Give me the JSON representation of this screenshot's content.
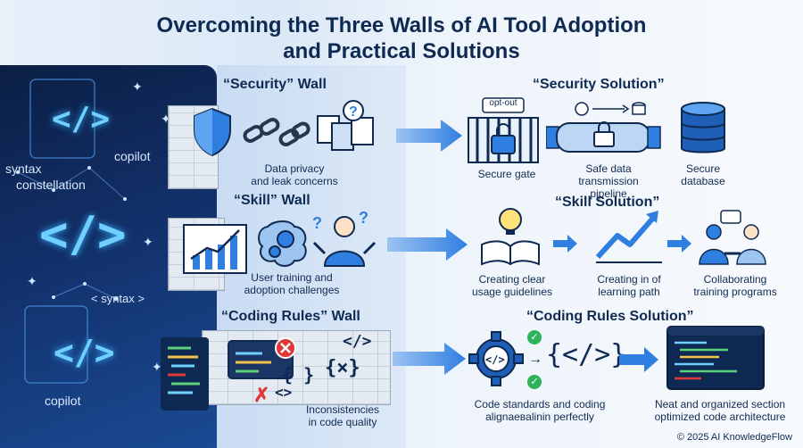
{
  "title": {
    "line1": "Overcoming the Three Walls of AI Tool Adoption",
    "line2": "and Practical Solutions"
  },
  "left_panel": {
    "labels": [
      "syntax",
      "constellation",
      "copilot",
      "< syntax >",
      "copilot"
    ],
    "code_glyph": "</>"
  },
  "walls": [
    {
      "title": "“Security” Wall",
      "caption": [
        "Data privacy",
        "and leak concerns"
      ]
    },
    {
      "title": "“Skill” Wall",
      "caption": [
        "User training and",
        "adoption challenges"
      ]
    },
    {
      "title": "“Coding Rules” Wall",
      "caption": [
        "Inconsistencies",
        "in code quality"
      ]
    }
  ],
  "solutions": [
    {
      "title": "“Security Solution”",
      "gate_tag": "opt-out",
      "items": [
        {
          "caption": [
            "Secure gate"
          ]
        },
        {
          "caption": [
            "Safe data transmission",
            "pipeline"
          ]
        },
        {
          "caption": [
            "Secure",
            "database"
          ]
        }
      ]
    },
    {
      "title": "“Skill Solution”",
      "items": [
        {
          "caption": [
            "Creating clear",
            "usage guidelines"
          ]
        },
        {
          "caption": [
            "Creating in of",
            "learning path"
          ]
        },
        {
          "caption": [
            "Collaborating",
            "training programs"
          ]
        }
      ]
    },
    {
      "title": "“Coding Rules Solution”",
      "items": [
        {
          "caption": [
            "Code standards and coding",
            "alignaeвalinin perfectly"
          ]
        },
        {
          "caption": [
            "Neat and organized section",
            "optimized code architecture"
          ]
        }
      ]
    }
  ],
  "wall_code": {
    "code_tag": "</>",
    "braces_tag": "{ }",
    "x_tag": "{×}",
    "chevron_tag": "<>"
  },
  "footer": "© 2025 AI KnowledgeFlow",
  "colors": {
    "navy": "#0f2a52",
    "accent_blue": "#2f7fe0",
    "green": "#2fb35a",
    "red": "#e0383a"
  }
}
